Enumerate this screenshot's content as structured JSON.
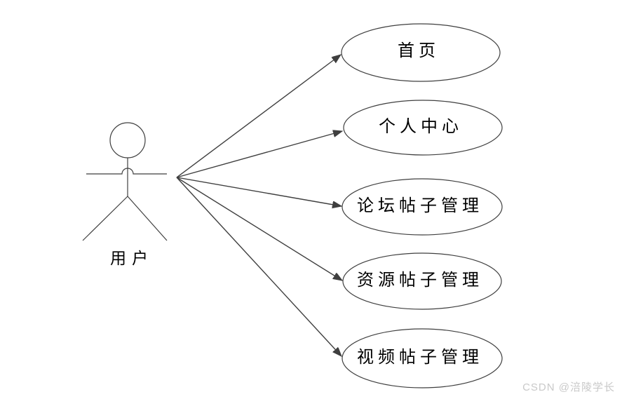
{
  "diagram": {
    "actor": {
      "label": "用户"
    },
    "use_cases": [
      {
        "label": "首页"
      },
      {
        "label": "个人中心"
      },
      {
        "label": "论坛帖子管理"
      },
      {
        "label": "资源帖子管理"
      },
      {
        "label": "视频帖子管理"
      }
    ],
    "colors": {
      "stroke": "#3f3f3f",
      "shape_fill": "#ffffff",
      "background": "#ffffff",
      "label_text": "#000000",
      "watermark_text": "#c9c9c9"
    }
  },
  "watermark": {
    "text": "CSDN @涪陵学长"
  }
}
